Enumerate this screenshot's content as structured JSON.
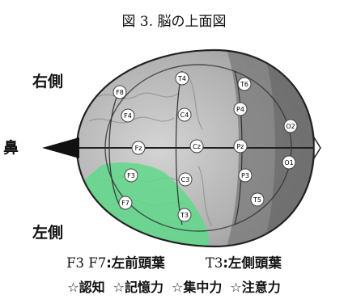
{
  "title": "図 3.  脳の上面図",
  "labels": {
    "right": "右側",
    "left": "左側",
    "nose": "鼻"
  },
  "electrodes": [
    "F8",
    "T4",
    "T6",
    "F4",
    "C4",
    "P4",
    "O2",
    "Fz",
    "Cz",
    "Pz",
    "O1",
    "F3",
    "C3",
    "P3",
    "T5",
    "F7",
    "T3"
  ],
  "info": {
    "line1_part1": "F3  F7",
    "line1_part2": ":左前頭葉",
    "line1_part3": "T3",
    "line1_part4": ":左側頭葉",
    "abilities": [
      "☆認知",
      "☆記憶力",
      "☆集中力",
      "☆注意力"
    ]
  },
  "colors": {
    "highlight": "#5fd98a",
    "brain_dark": "#6d6d6d",
    "brain_mid": "#9a9a9a",
    "brain_light": "#c9c9c9"
  }
}
